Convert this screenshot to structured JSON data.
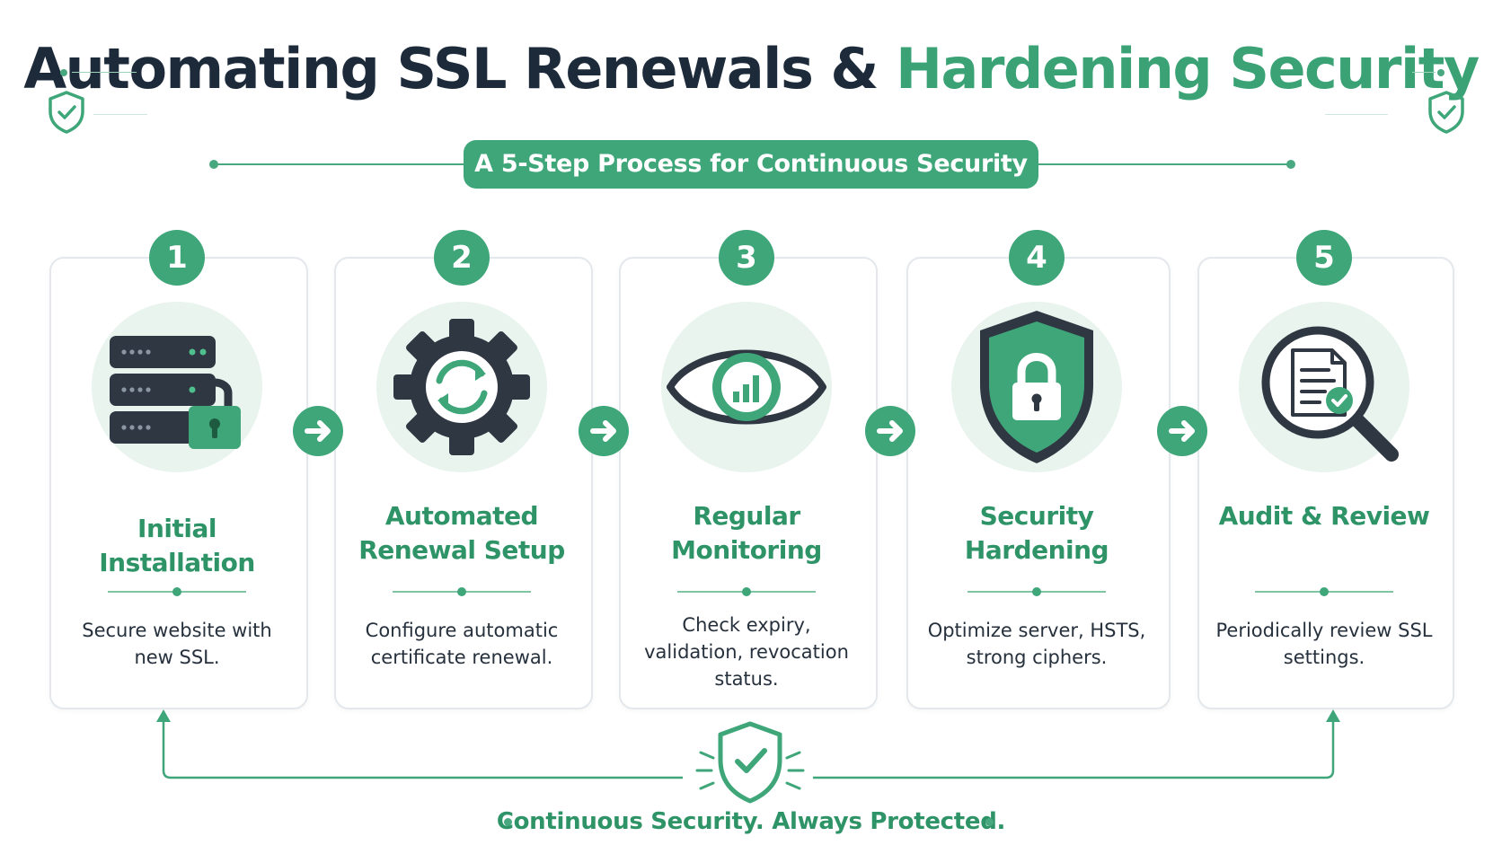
{
  "header": {
    "title_part1": "Automating SSL Renewals & ",
    "title_part2": "Hardening Security",
    "subtitle": "A 5-Step Process for Continuous Security"
  },
  "steps": [
    {
      "number": "1",
      "title": "Initial Installation",
      "description": "Secure website with new SSL.",
      "icon": "server-lock-icon"
    },
    {
      "number": "2",
      "title": "Automated Renewal Setup",
      "description": "Configure automatic certificate renewal.",
      "icon": "gear-refresh-icon"
    },
    {
      "number": "3",
      "title": "Regular Monitoring",
      "description": "Check expiry, validation, revocation status.",
      "icon": "eye-chart-icon"
    },
    {
      "number": "4",
      "title": "Security Hardening",
      "description": "Optimize server, HSTS, strong ciphers.",
      "icon": "shield-lock-icon"
    },
    {
      "number": "5",
      "title": "Audit & Review",
      "description": "Periodically review SSL settings.",
      "icon": "magnifier-document-icon"
    }
  ],
  "footer": {
    "tagline": "Continuous Security. Always Protected."
  },
  "colors": {
    "accent": "#3ea679",
    "dark": "#1c2a3a",
    "icon_dark": "#2f3742",
    "halo": "#e9f4ef"
  }
}
